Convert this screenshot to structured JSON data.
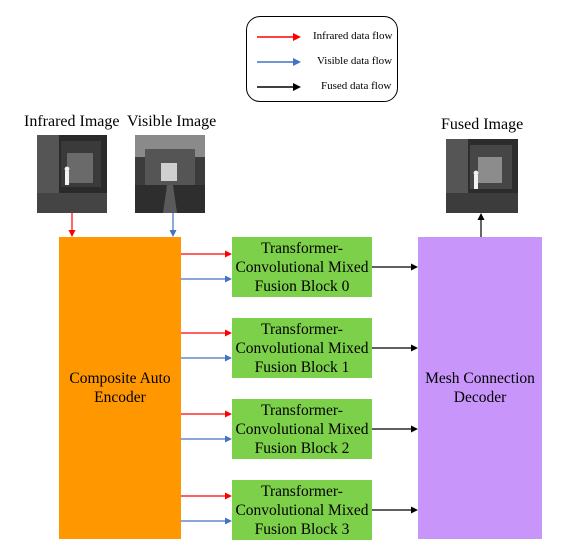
{
  "legend": {
    "items": [
      {
        "label": "Infrared data flow",
        "color": "#ff0000"
      },
      {
        "label": "Visible data flow",
        "color": "#4472c4"
      },
      {
        "label": "Fused data flow",
        "color": "#000000"
      }
    ]
  },
  "inputs": {
    "infrared_label": "Infrared Image",
    "visible_label": "Visible Image"
  },
  "output": {
    "fused_label": "Fused Image"
  },
  "encoder": {
    "line1": "Composite Auto",
    "line2": "Encoder",
    "color": "#ff9800"
  },
  "decoder": {
    "line1": "Mesh Connection",
    "line2": "Decoder",
    "color": "#c896fa"
  },
  "fusion_blocks": [
    {
      "line1": "Transformer-",
      "line2": "Convolutional Mixed",
      "line3": "Fusion Block 0"
    },
    {
      "line1": "Transformer-",
      "line2": "Convolutional Mixed",
      "line3": "Fusion Block 1"
    },
    {
      "line1": "Transformer-",
      "line2": "Convolutional Mixed",
      "line3": "Fusion Block 2"
    },
    {
      "line1": "Transformer-",
      "line2": "Convolutional Mixed",
      "line3": "Fusion Block 3"
    }
  ],
  "colors": {
    "fusion_block": "#7cd04a",
    "infrared_arrow": "#ff0000",
    "visible_arrow": "#4472c4",
    "fused_arrow": "#000000"
  }
}
